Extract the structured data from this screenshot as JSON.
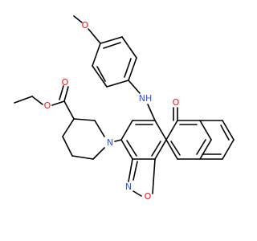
{
  "atoms": {
    "o_methoxy": "O",
    "nh_amine": "NH",
    "o_ketone": "O",
    "n_piperidine": "N",
    "n_isoxazole": "N",
    "o_isoxazole": "O",
    "o_ester_carbonyl": "O",
    "o_ester_ether": "O"
  },
  "colors": {
    "oxygen": "#ff0d0d",
    "nitrogen": "#3050f8",
    "bond": "#000000",
    "background": "#ffffff"
  }
}
